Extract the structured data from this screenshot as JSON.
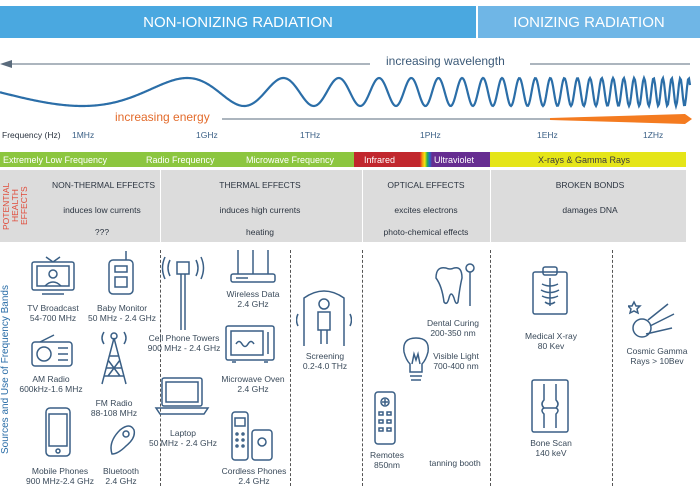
{
  "header": {
    "non_ionizing": "NON-IONIZING RADIATION",
    "ionizing": "IONIZING RADIATION",
    "increasing_wavelength": "increasing wavelength",
    "increasing_energy": "increasing energy"
  },
  "frequency_axis": {
    "label": "Frequency (Hz)",
    "ticks": [
      "1MHz",
      "1GHz",
      "1THz",
      "1PHz",
      "1EHz",
      "1ZHz"
    ]
  },
  "bands": [
    {
      "label": "Extremely Low Frequency",
      "color": "#8cc63f"
    },
    {
      "label": "Radio Frequency",
      "color": "#8cc63f"
    },
    {
      "label": "Microwave Frequency",
      "color": "#8cc63f"
    },
    {
      "label": "Infrared",
      "color": "#c1272d"
    },
    {
      "label": "Ultraviolet",
      "color": "#662d91"
    },
    {
      "label": "X-rays & Gamma Rays",
      "color": "#e5e518"
    }
  ],
  "health_effects": {
    "side_label": "POTENTIAL HEALTH EFFECTS",
    "columns": [
      {
        "title": "NON-THERMAL EFFECTS",
        "lines": [
          "induces low currents",
          "???"
        ]
      },
      {
        "title": "THERMAL EFFECTS",
        "lines": [
          "induces high currents",
          "heating"
        ]
      },
      {
        "title": "OPTICAL EFFECTS",
        "lines": [
          "excites electrons",
          "photo-chemical effects"
        ]
      },
      {
        "title": "BROKEN BONDS",
        "lines": [
          "damages DNA"
        ]
      }
    ]
  },
  "sources": {
    "side_label": "Sources and Use of Frequency Bands",
    "items": {
      "tv": [
        "TV Broadcast",
        "54-700 MHz"
      ],
      "baby": [
        "Baby Monitor",
        "50 MHz - 2.4 GHz"
      ],
      "cell": [
        "Cell Phone Towers",
        "900 MHz - 2.4 GHz"
      ],
      "wireless": [
        "Wireless Data",
        "2.4 GHz"
      ],
      "am": [
        "AM Radio",
        "600kHz-1.6 MHz"
      ],
      "fm": [
        "FM Radio",
        "88-108 MHz"
      ],
      "microwave": [
        "Microwave Oven",
        "2.4 GHz"
      ],
      "screening": [
        "Screening",
        "0.2-4.0 THz"
      ],
      "laptop": [
        "Laptop",
        "50 MHz - 2.4 GHz"
      ],
      "mobile": [
        "Mobile Phones",
        "900 MHz-2.4 GHz"
      ],
      "bluetooth": [
        "Bluetooth",
        "2.4 GHz"
      ],
      "cordless": [
        "Cordless Phones",
        "2.4 GHz"
      ],
      "remotes": [
        "Remotes",
        "850nm"
      ],
      "dental": [
        "Dental Curing",
        "200-350 nm"
      ],
      "visible": [
        "Visible Light",
        "700-400 nm"
      ],
      "tanning": [
        "tanning booth"
      ],
      "xray": [
        "Medical X-ray",
        "80 Kev"
      ],
      "bone": [
        "Bone Scan",
        "140 keV"
      ],
      "cosmic": [
        "Cosmic Gamma",
        "Rays > 10Bev"
      ]
    }
  }
}
